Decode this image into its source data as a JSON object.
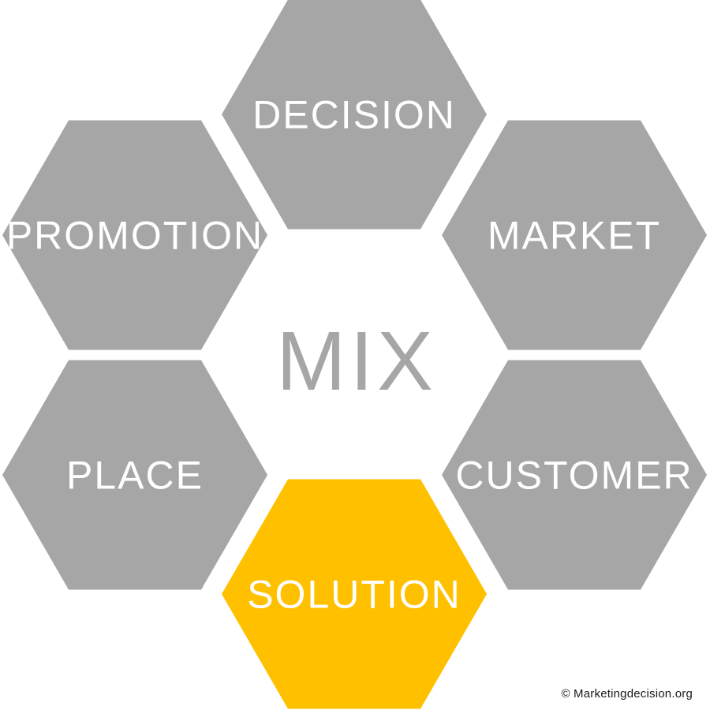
{
  "diagram": {
    "center_label": "MIX",
    "hexagons": [
      {
        "id": "decision",
        "label": "DECISION",
        "color": "#a6a6a6",
        "position": "top"
      },
      {
        "id": "promotion",
        "label": "PROMOTION",
        "color": "#a6a6a6",
        "position": "upper-left"
      },
      {
        "id": "market",
        "label": "MARKET",
        "color": "#a6a6a6",
        "position": "upper-right"
      },
      {
        "id": "place",
        "label": "PLACE",
        "color": "#a6a6a6",
        "position": "lower-left"
      },
      {
        "id": "customer",
        "label": "CUSTOMER",
        "color": "#a6a6a6",
        "position": "lower-right"
      },
      {
        "id": "solution",
        "label": "SOLUTION",
        "color": "#ffc000",
        "position": "bottom"
      }
    ],
    "colors": {
      "hex_gray": "#a6a6a6",
      "hex_gold": "#ffc000",
      "label_text": "#ffffff",
      "center_text": "#a6a6a6",
      "copyright_text": "#1a1a1a",
      "background": "#ffffff"
    },
    "copyright": "© Marketingdecision.org"
  }
}
